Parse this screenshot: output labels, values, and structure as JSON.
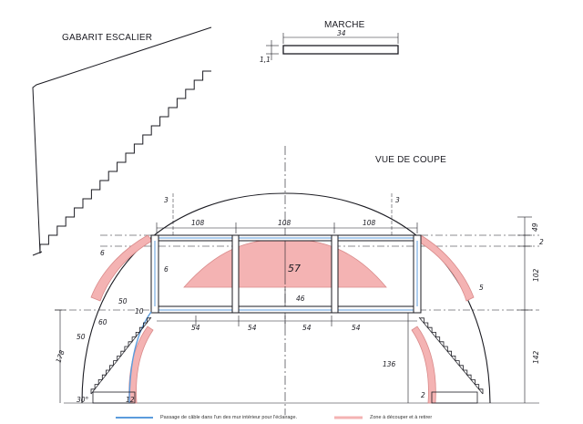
{
  "titles": {
    "gabarit": "GABARIT ESCALIER",
    "marche": "MARCHE",
    "coupe": "VUE DE COUPE"
  },
  "marche_dims": {
    "width": "34",
    "height": "1,1"
  },
  "dims": {
    "top_left_3": "3",
    "top_right_3": "3",
    "seg_1": "108",
    "seg_2": "108",
    "seg_3": "108",
    "right_49": "49",
    "right_2": "2",
    "right_102": "102",
    "right_142": "142",
    "left_6a": "6",
    "left_6b": "6",
    "left_50": "50",
    "left_10": "10",
    "left_60": "60",
    "left_50b": "50",
    "left_178": "178",
    "left_30deg": "30°",
    "left_12": "12",
    "bottom_54a": "54",
    "bottom_54b": "54",
    "bottom_54c": "54",
    "bottom_54d": "54",
    "center_57": "57",
    "center_46": "46",
    "right_5": "5",
    "right_136": "136",
    "right_2b": "2"
  },
  "legend": {
    "blue_label": "Passage de câble dans l'un des mur intérieur pour l'éclairage.",
    "red_label": "Zone à découper et à retirer"
  },
  "colors": {
    "ink": "#1b1b22",
    "blue": "#5b9bdc",
    "red_fill": "#f4b3b3",
    "red_stroke": "#d98a8a"
  }
}
